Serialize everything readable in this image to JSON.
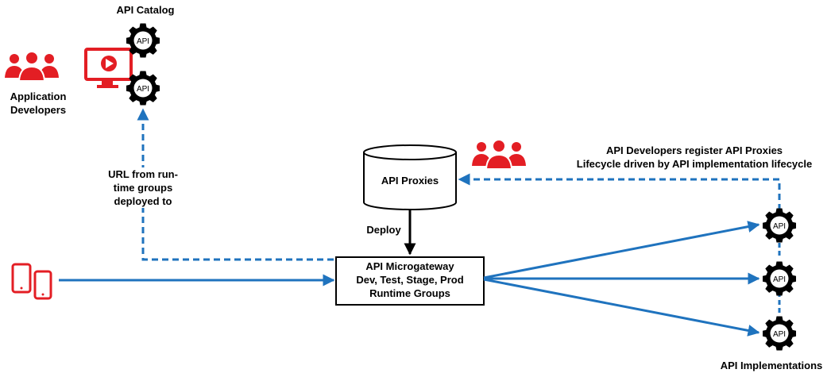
{
  "labels": {
    "api_catalog": "API Catalog",
    "application_developers": [
      "Application",
      "Developers"
    ],
    "url_note": [
      "URL from run-",
      "time groups",
      "deployed to"
    ],
    "api_proxies": "API Proxies",
    "deploy": "Deploy",
    "register_note": [
      "API Developers register API Proxies",
      "Lifecycle driven by API implementation lifecycle"
    ],
    "microgateway": [
      "API Microgateway",
      "Dev, Test, Stage, Prod",
      "Runtime Groups"
    ],
    "api_implementations": "API Implementations",
    "gear_text": "API"
  },
  "colors": {
    "accent_red": "#e31e24",
    "arrow_blue": "#1f73be",
    "black": "#000000"
  },
  "icons": {
    "developers": "people-group-icon",
    "catalog_display": "monitor-play-icon",
    "api_gear": "gear-icon",
    "devices": "mobile-devices-icon"
  }
}
